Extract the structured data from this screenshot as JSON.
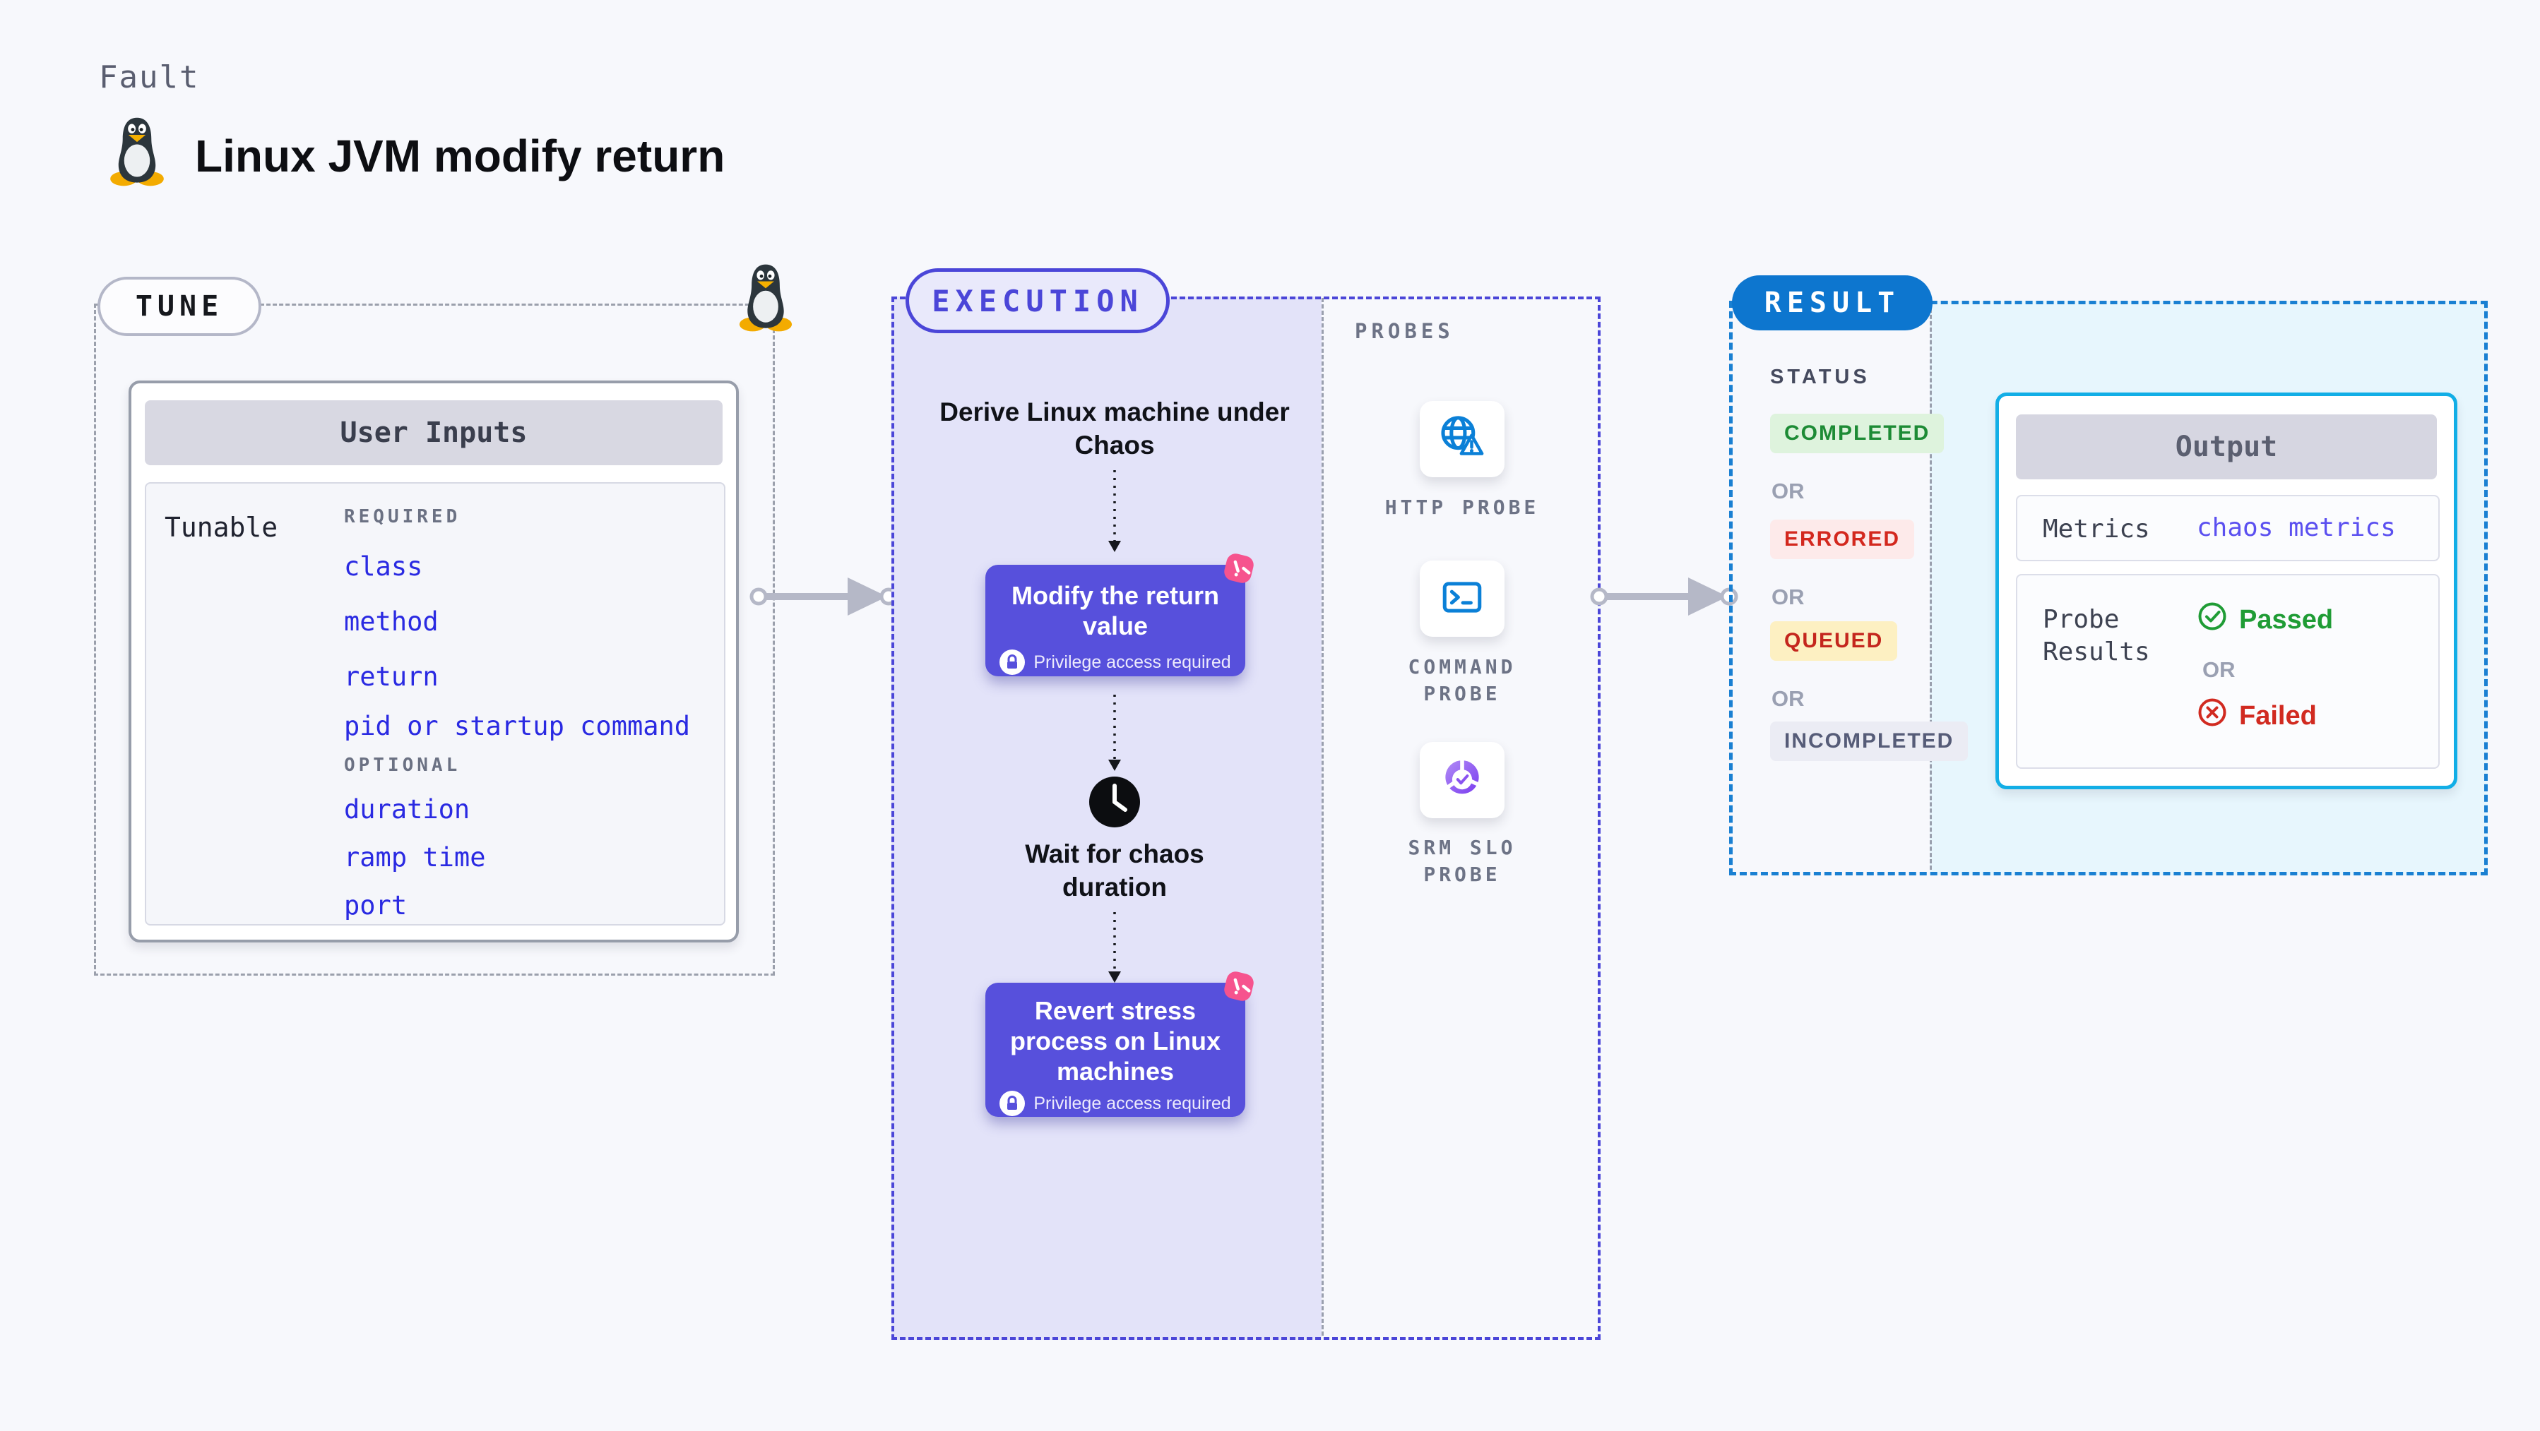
{
  "header": {
    "kicker": "Fault",
    "title": "Linux JVM modify return",
    "title_icon": "tux-penguin-icon"
  },
  "tune": {
    "label": "TUNE",
    "corner_icon": "tux-penguin-icon",
    "user_inputs": {
      "title": "User Inputs",
      "row_label": "Tunable",
      "required_label": "REQUIRED",
      "required_items": [
        "class",
        "method",
        "return",
        "pid or startup command"
      ],
      "optional_label": "OPTIONAL",
      "optional_items": [
        "duration",
        "ramp time",
        "port"
      ]
    }
  },
  "execution": {
    "label": "EXECUTION",
    "step_derive": "Derive Linux machine under Chaos",
    "card_modify": {
      "title": "Modify the return value",
      "badge": "Privilege access required"
    },
    "step_wait": "Wait for chaos duration",
    "card_revert": {
      "title": "Revert stress process on Linux machines",
      "badge": "Privilege access required"
    }
  },
  "probes": {
    "label": "PROBES",
    "items": [
      {
        "name": "HTTP PROBE",
        "icon": "globe-warning-icon"
      },
      {
        "name": "COMMAND PROBE",
        "icon": "terminal-icon"
      },
      {
        "name": "SRM SLO PROBE",
        "icon": "slo-donut-icon"
      }
    ]
  },
  "result": {
    "label": "RESULT",
    "status_heading": "STATUS",
    "or_label": "OR",
    "statuses": [
      {
        "label": "COMPLETED",
        "fg": "#1d8b35",
        "bg": "#def3dd"
      },
      {
        "label": "ERRORED",
        "fg": "#d3281e",
        "bg": "#fdeaea"
      },
      {
        "label": "QUEUED",
        "fg": "#c4261d",
        "bg": "#fdf0c2"
      },
      {
        "label": "INCOMPLETED",
        "fg": "#565c78",
        "bg": "#ebecf4"
      }
    ],
    "output": {
      "title": "Output",
      "metrics_label": "Metrics",
      "metrics_value": "chaos metrics",
      "probe_results_label": "Probe Results",
      "passed_label": "Passed",
      "failed_label": "Failed",
      "or_label": "OR"
    }
  },
  "colors": {
    "execution_accent": "#4b46d8",
    "execution_bg": "#e3e3f9",
    "node_purple": "#5750dc",
    "chaos_pink": "#f6538e",
    "probe_blue": "#0b80d7",
    "slo_purple": "#7a3cf0",
    "result_accent": "#0d76cf",
    "result_bg": "#e7f6fd",
    "output_border": "#12aee6",
    "passed_green": "#1f9c35",
    "failed_red": "#d12a20",
    "link_blue": "#5b50f0",
    "input_blue": "#2a2ae2"
  }
}
